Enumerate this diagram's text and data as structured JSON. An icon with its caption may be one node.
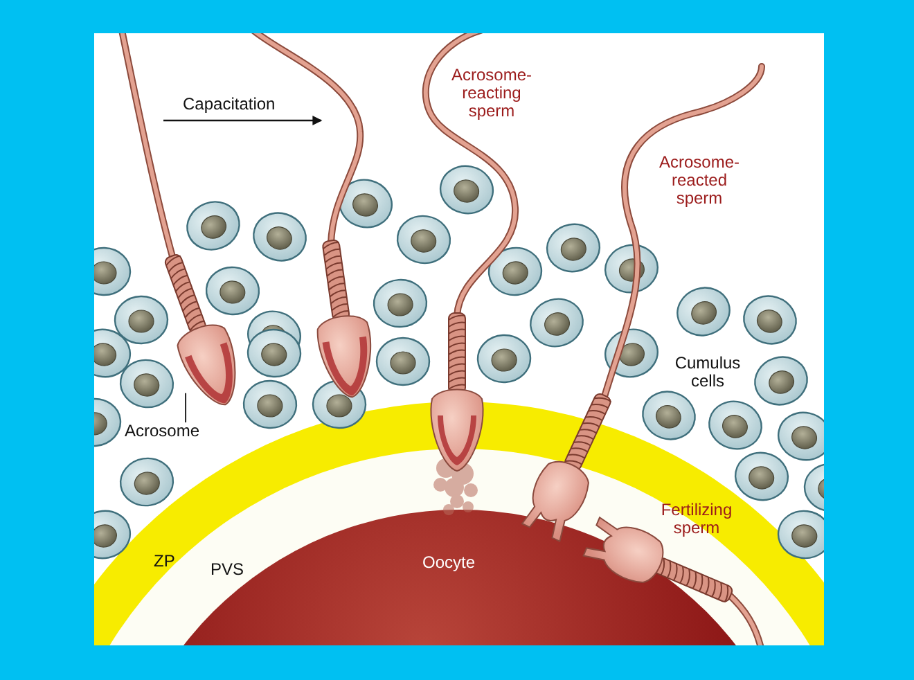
{
  "diagram": {
    "nodes": [
      {
        "text": [
          "Acrosome"
        ]
      },
      {
        "text": [],
        "shape": "picture"
      }
    ],
    "edges": [
      {
        "from": 0,
        "to": 1,
        "arrow": "none"
      }
    ],
    "labels": [
      "Capacitation",
      "Acrosome-reacting sperm",
      "Acrosome-reacted sperm",
      "Cumulus cells",
      "Fertilizing sperm",
      "ZP",
      "PVS",
      "Oocyte"
    ]
  }
}
